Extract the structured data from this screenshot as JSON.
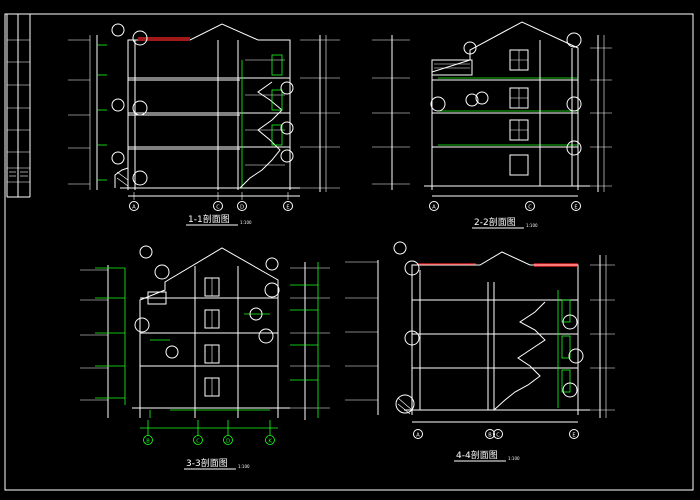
{
  "drawing": {
    "background": "#000000",
    "line_color": "#ffffff",
    "accent_color": "#19ff19",
    "roof_color": "#ff2a2a"
  },
  "sections": [
    {
      "title": "1-1剖面图",
      "scale": "1:100",
      "axes": [
        "A",
        "C",
        "D",
        "E"
      ]
    },
    {
      "title": "2-2剖面图",
      "scale": "1:100",
      "axes": [
        "A",
        "C",
        "E"
      ]
    },
    {
      "title": "3-3剖面图",
      "scale": "1:100",
      "axes": [
        "B",
        "C",
        "D",
        "K"
      ]
    },
    {
      "title": "4-4剖面图",
      "scale": "1:100",
      "axes": [
        "A",
        "B",
        "C",
        "E"
      ]
    }
  ]
}
